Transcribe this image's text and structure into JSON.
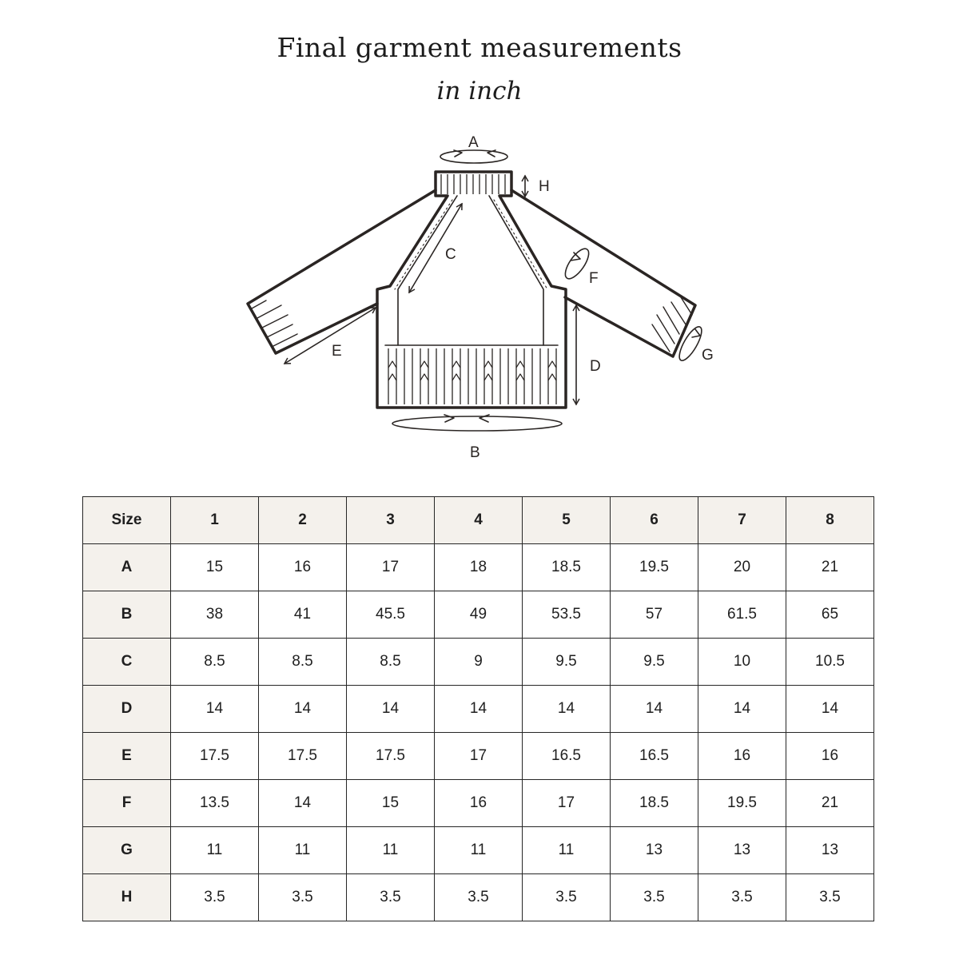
{
  "title": "Final garment measurements",
  "subtitle": "in inch",
  "diagram": {
    "labels": {
      "A": "A",
      "B": "B",
      "C": "C",
      "D": "D",
      "E": "E",
      "F": "F",
      "G": "G",
      "H": "H"
    }
  },
  "table": {
    "header": [
      "Size",
      "1",
      "2",
      "3",
      "4",
      "5",
      "6",
      "7",
      "8"
    ],
    "rows": [
      {
        "label": "A",
        "values": [
          "15",
          "16",
          "17",
          "18",
          "18.5",
          "19.5",
          "20",
          "21"
        ]
      },
      {
        "label": "B",
        "values": [
          "38",
          "41",
          "45.5",
          "49",
          "53.5",
          "57",
          "61.5",
          "65"
        ]
      },
      {
        "label": "C",
        "values": [
          "8.5",
          "8.5",
          "8.5",
          "9",
          "9.5",
          "9.5",
          "10",
          "10.5"
        ]
      },
      {
        "label": "D",
        "values": [
          "14",
          "14",
          "14",
          "14",
          "14",
          "14",
          "14",
          "14"
        ]
      },
      {
        "label": "E",
        "values": [
          "17.5",
          "17.5",
          "17.5",
          "17",
          "16.5",
          "16.5",
          "16",
          "16"
        ]
      },
      {
        "label": "F",
        "values": [
          "13.5",
          "14",
          "15",
          "16",
          "17",
          "18.5",
          "19.5",
          "21"
        ]
      },
      {
        "label": "G",
        "values": [
          "11",
          "11",
          "11",
          "11",
          "11",
          "13",
          "13",
          "13"
        ]
      },
      {
        "label": "H",
        "values": [
          "3.5",
          "3.5",
          "3.5",
          "3.5",
          "3.5",
          "3.5",
          "3.5",
          "3.5"
        ]
      }
    ]
  }
}
